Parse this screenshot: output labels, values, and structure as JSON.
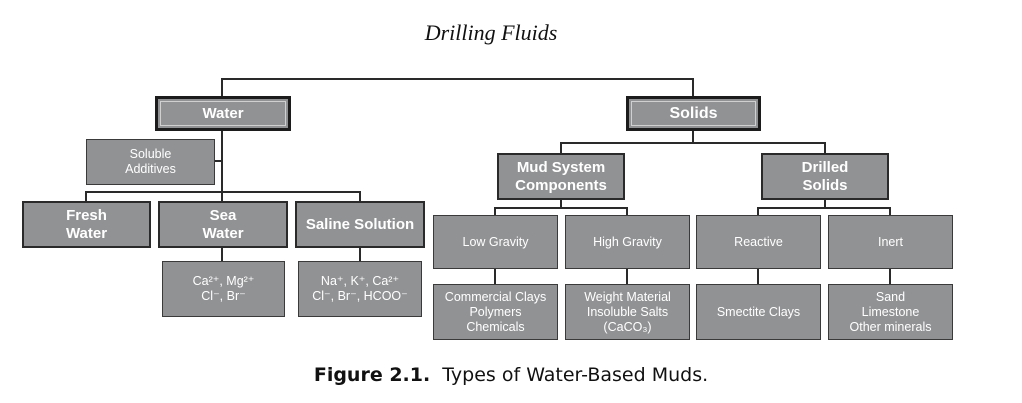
{
  "diagram": {
    "title": "Drilling Fluids",
    "caption": {
      "label": "Figure 2.1.",
      "text": "Types of Water-Based Muds."
    },
    "nodes": {
      "water": "Water",
      "solids": "Solids",
      "soluble_additives": [
        "Soluble",
        "Additives"
      ],
      "fresh_water": [
        "Fresh",
        "Water"
      ],
      "sea_water": [
        "Sea",
        "Water"
      ],
      "saline_solution": "Saline Solution",
      "sea_water_ions": [
        "Ca²⁺, Mg²⁺",
        "Cl⁻, Br⁻"
      ],
      "saline_ions": [
        "Na⁺, K⁺, Ca²⁺",
        "Cl⁻, Br⁻, HCOO⁻"
      ],
      "mud_system_components": [
        "Mud System",
        "Components"
      ],
      "drilled_solids": [
        "Drilled",
        "Solids"
      ],
      "low_gravity": "Low Gravity",
      "high_gravity": "High Gravity",
      "reactive": "Reactive",
      "inert": "Inert",
      "low_gravity_items": [
        "Commercial Clays",
        "Polymers",
        "Chemicals"
      ],
      "high_gravity_items": [
        "Weight Material",
        "Insoluble Salts",
        "(CaCO₃)"
      ],
      "reactive_items": [
        "Smectite Clays"
      ],
      "inert_items": [
        "Sand",
        "Limestone",
        "Other minerals"
      ]
    }
  }
}
